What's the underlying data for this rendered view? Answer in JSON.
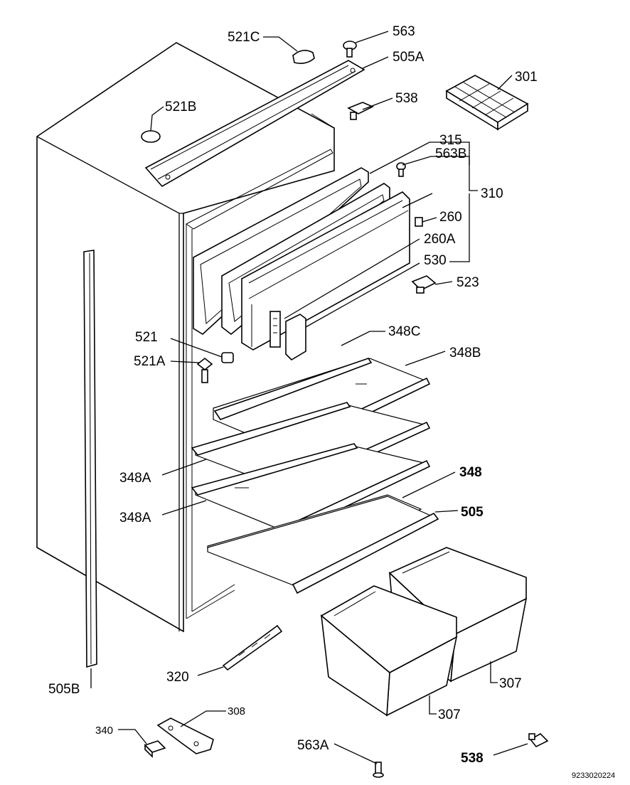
{
  "labels": {
    "l521c": "521C",
    "l563": "563",
    "l505a": "505A",
    "l301": "301",
    "l538top": "538",
    "l521b": "521B",
    "l315": "315",
    "l563b": "563B",
    "l310": "310",
    "l260": "260",
    "l260a": "260A",
    "l530": "530",
    "l523": "523",
    "l348c": "348C",
    "l521": "521",
    "l348b": "348B",
    "l521a": "521A",
    "l348a1": "348A",
    "l348": "348",
    "l348a2": "348A",
    "l505": "505",
    "l320": "320",
    "l505b": "505B",
    "l307a": "307",
    "l307b": "307",
    "l308": "308",
    "l340": "340",
    "l563a": "563A",
    "l538bot": "538"
  },
  "footer": {
    "drawing_code": "9233020224"
  }
}
